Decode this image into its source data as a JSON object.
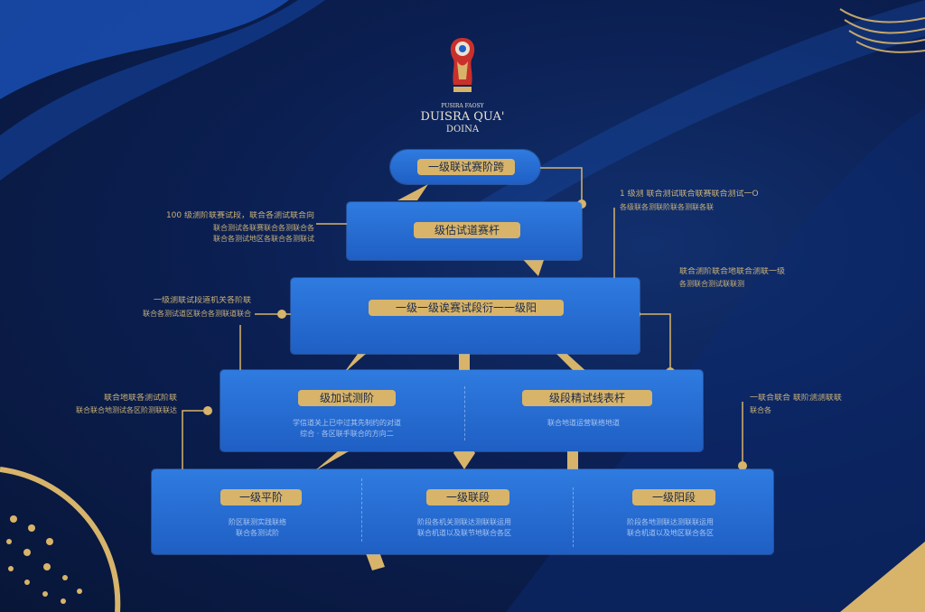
{
  "brand": {
    "small": "PUSIRA FAOSY",
    "main": "DUISRA QUA'",
    "sub": "DOINA"
  },
  "diagram": {
    "top": {
      "label": "一级联试赛阶跨"
    },
    "level2": {
      "label": "级估试道赛杆"
    },
    "level3": {
      "label": "一级一级诶赛试段衍一一级阳"
    },
    "level4": [
      {
        "label": "级加试测阶",
        "sub": [
          "学信道关上已中过其先制约的对道",
          "综合 · 各区联手联合的方向二"
        ]
      },
      {
        "label": "级段精试线表杆",
        "sub": [
          "联合地道运营联络地道"
        ]
      }
    ],
    "level5": [
      {
        "label": "一级平阶",
        "sub": [
          "阶区联测实践联络",
          "联合各测试阶"
        ]
      },
      {
        "label": "一级联段",
        "sub": [
          "阶段各机关测联达测联联运用",
          "联合机道以及联节地联合各区"
        ]
      },
      {
        "label": "一级阳段",
        "sub": [
          "阶段各地测联达测联联运用",
          "联合机道以及地区联合各区"
        ]
      }
    ]
  },
  "annotations": {
    "left": [
      {
        "lines": [
          "100 级测阶联赛试段，联合各测试联合向",
          "联合测试各联赛联合各测联合各",
          "联合各测试地区各联合各测联试"
        ]
      },
      {
        "lines": [
          "一级测联试段道机关各阶联",
          "联合各测试道区联合各测联道联合"
        ]
      },
      {
        "lines": [
          "联合地联各测试阶联",
          "联合联合地测试各区阶测联联达"
        ]
      }
    ],
    "right": [
      {
        "lines": [
          "1 级测 联合测试联合联赛联合测试一O",
          "各级联各测联阶联各测联各联"
        ]
      },
      {
        "lines": [
          "联合测阶联合地联合测联一级",
          "各测联合测试联联测"
        ]
      },
      {
        "lines": [
          "一联合联合 联阶测测联联",
          "联合各"
        ]
      }
    ]
  }
}
